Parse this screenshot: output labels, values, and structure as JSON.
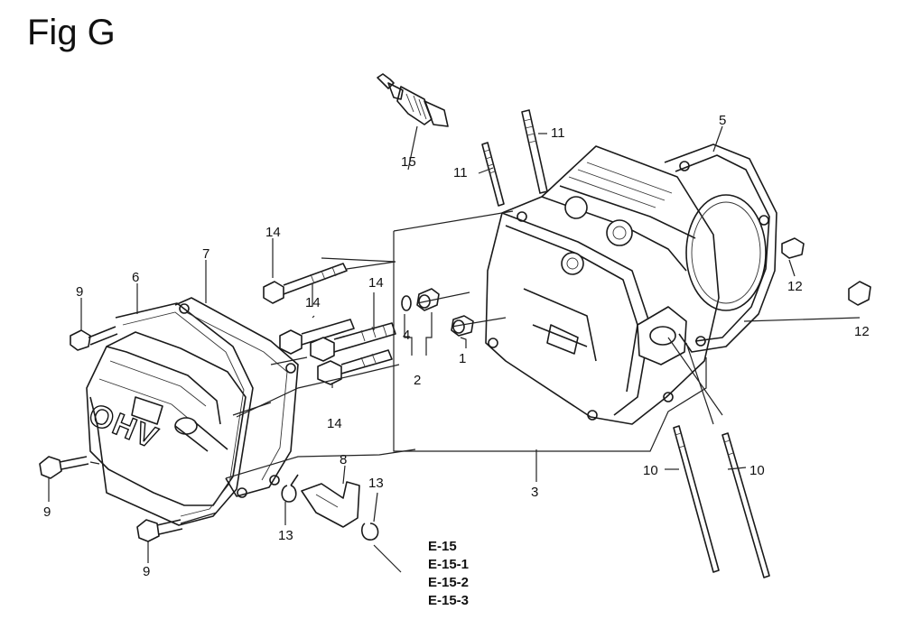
{
  "figure": {
    "title": "Fig G"
  },
  "callouts": {
    "c1": "1",
    "c2": "2",
    "c3": "3",
    "c4": "4",
    "c5": "5",
    "c6": "6",
    "c7": "7",
    "c8": "8",
    "c9a": "9",
    "c9b": "9",
    "c9c": "9",
    "c10a": "10",
    "c10b": "10",
    "c11a": "11",
    "c11b": "11",
    "c12a": "12",
    "c12b": "12",
    "c13a": "13",
    "c13b": "13",
    "c14a": "14",
    "c14b": "14",
    "c14c": "14",
    "c14d": "14",
    "c15": "15"
  },
  "cover_logo": "OHV",
  "references": [
    "E-15",
    "E-15-1",
    "E-15-2",
    "E-15-3"
  ]
}
